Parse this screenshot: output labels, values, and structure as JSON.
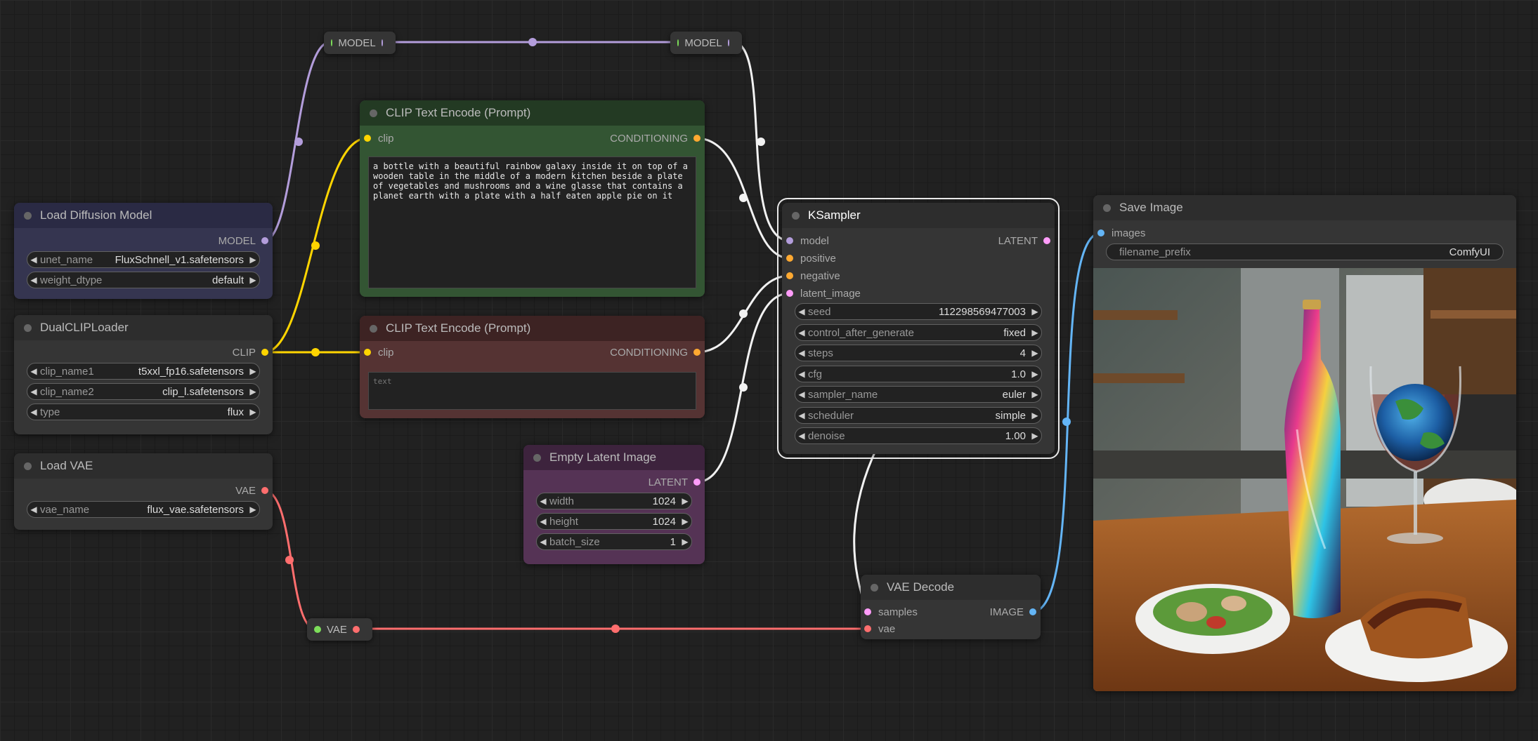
{
  "colors": {
    "model": "#b39ddb",
    "clip": "#ffd500",
    "conditioning": "#ffa931",
    "latent": "#ff9cf9",
    "vae": "#ff6e6e",
    "image": "#64b5f6",
    "green": "#7dde5a"
  },
  "reroutes": {
    "model_a": "MODEL",
    "model_b": "MODEL",
    "vae": "VAE"
  },
  "load_diffusion": {
    "title": "Load Diffusion Model",
    "output": "MODEL",
    "w_unet_label": "unet_name",
    "w_unet_value": "FluxSchnell_v1.safetensors",
    "w_dtype_label": "weight_dtype",
    "w_dtype_value": "default"
  },
  "dualclip": {
    "title": "DualCLIPLoader",
    "output": "CLIP",
    "w1_label": "clip_name1",
    "w1_value": "t5xxl_fp16.safetensors",
    "w2_label": "clip_name2",
    "w2_value": "clip_l.safetensors",
    "w3_label": "type",
    "w3_value": "flux"
  },
  "loadvae": {
    "title": "Load VAE",
    "output": "VAE",
    "w_label": "vae_name",
    "w_value": "flux_vae.safetensors"
  },
  "clip_pos": {
    "title": "CLIP Text Encode (Prompt)",
    "input": "clip",
    "output": "CONDITIONING",
    "text": "a bottle with a beautiful rainbow galaxy inside it on top of a wooden table in the middle of a modern kitchen beside a plate of vegetables and mushrooms and a wine glasse that contains a planet earth with a plate with a half eaten apple pie on it"
  },
  "clip_neg": {
    "title": "CLIP Text Encode (Prompt)",
    "input": "clip",
    "output": "CONDITIONING",
    "placeholder": "text"
  },
  "empty_latent": {
    "title": "Empty Latent Image",
    "output": "LATENT",
    "w1_label": "width",
    "w1_value": "1024",
    "w2_label": "height",
    "w2_value": "1024",
    "w3_label": "batch_size",
    "w3_value": "1"
  },
  "ksampler": {
    "title": "KSampler",
    "in_model": "model",
    "in_positive": "positive",
    "in_negative": "negative",
    "in_latent": "latent_image",
    "output": "LATENT",
    "seed_label": "seed",
    "seed_value": "112298569477003",
    "cag_label": "control_after_generate",
    "cag_value": "fixed",
    "steps_label": "steps",
    "steps_value": "4",
    "cfg_label": "cfg",
    "cfg_value": "1.0",
    "sampler_label": "sampler_name",
    "sampler_value": "euler",
    "scheduler_label": "scheduler",
    "scheduler_value": "simple",
    "denoise_label": "denoise",
    "denoise_value": "1.00"
  },
  "vaedecode": {
    "title": "VAE Decode",
    "in_samples": "samples",
    "in_vae": "vae",
    "output": "IMAGE"
  },
  "saveimage": {
    "title": "Save Image",
    "input": "images",
    "w_label": "filename_prefix",
    "w_value": "ComfyUI"
  },
  "icons": {
    "arrow_left": "◀",
    "arrow_right": "▶"
  }
}
